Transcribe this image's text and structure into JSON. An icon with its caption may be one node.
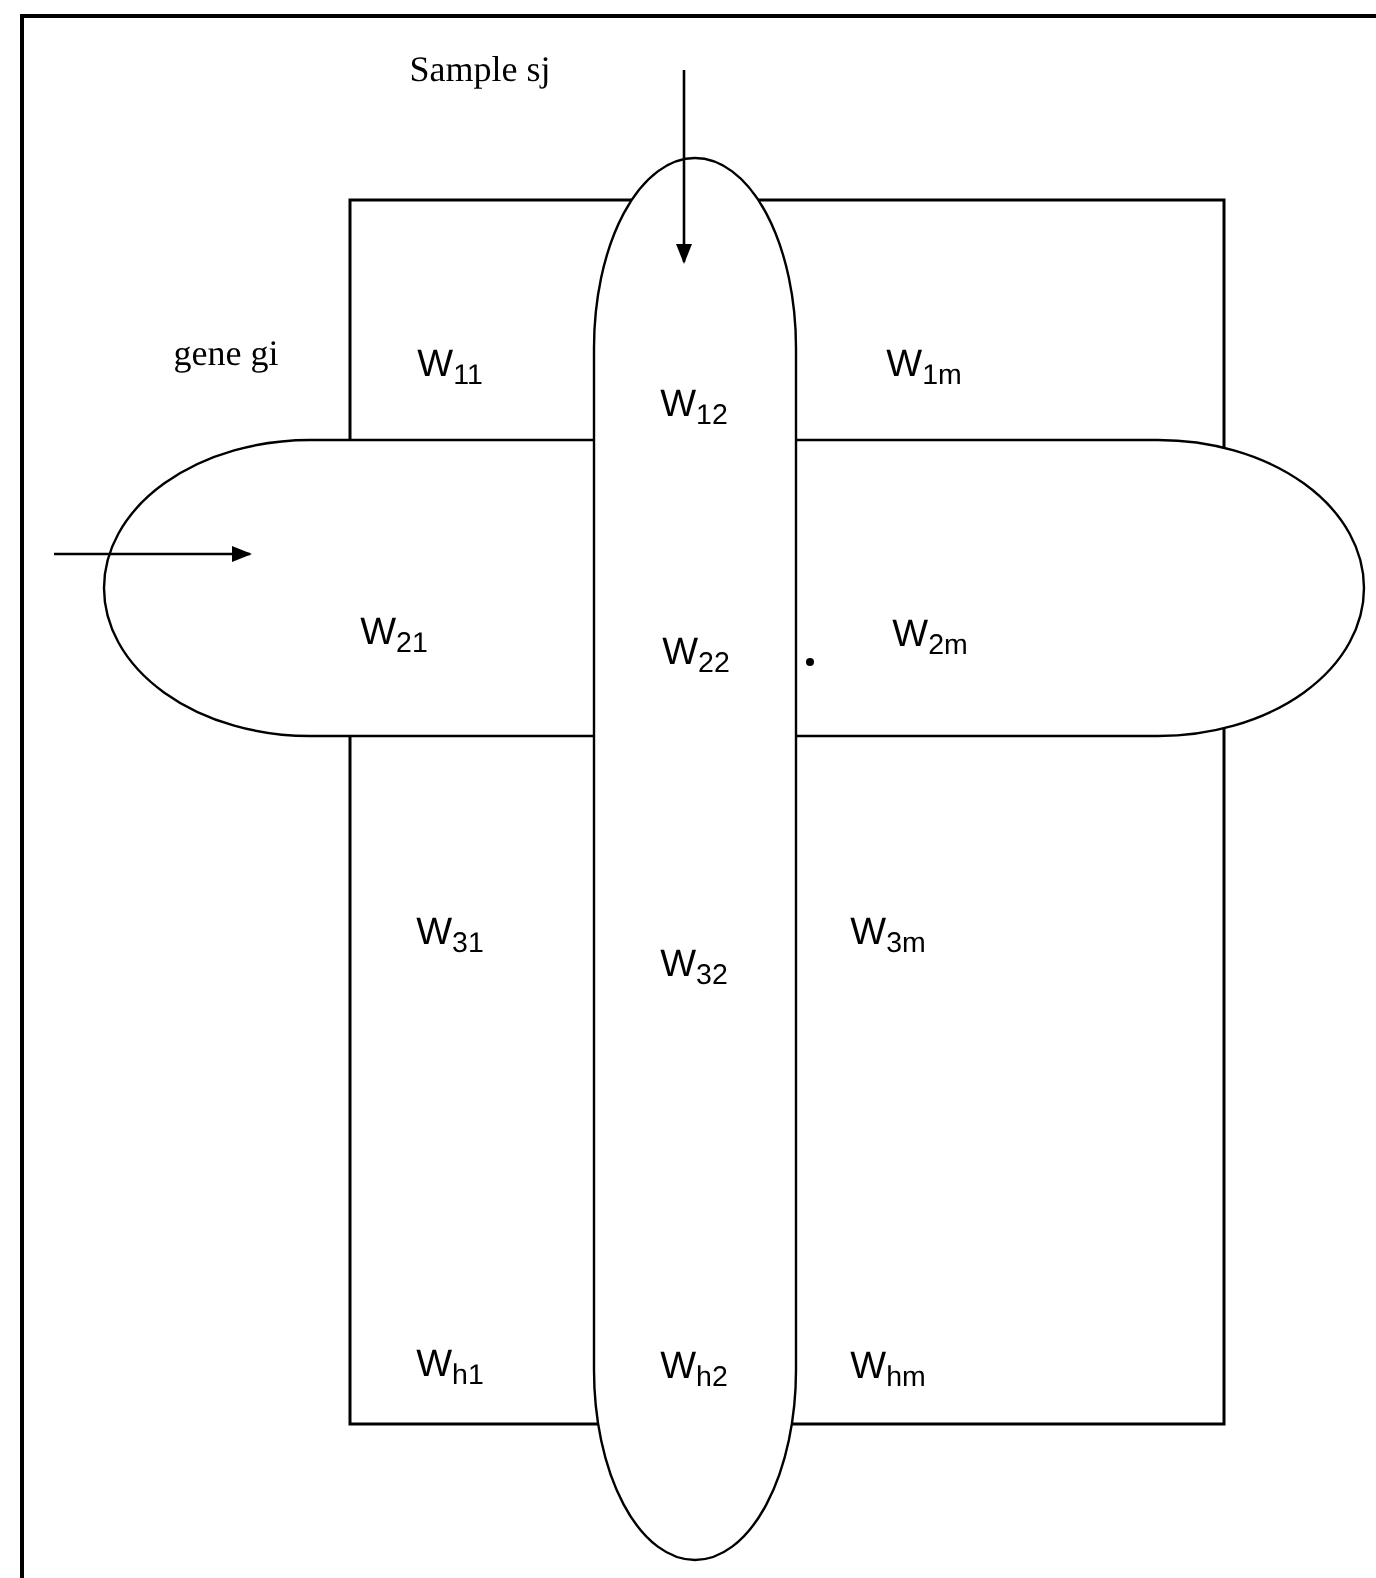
{
  "diagram": {
    "nodes": [
      {
        "text": [],
        "shape": "box"
      },
      {
        "text": [],
        "shape": "oval"
      },
      {
        "text": [],
        "shape": "oval"
      }
    ],
    "edges": [
      {
        "from": null,
        "to": 2,
        "arrow": "to"
      },
      {
        "from": null,
        "to": 1,
        "arrow": "to"
      }
    ],
    "labels": [
      "Sample sj",
      "gene gi",
      "W$_{11}$",
      "W$_{12}$",
      "W$_{1m}$",
      "W$_{21}$",
      "W$_{22}$",
      "W$_{2m}$",
      "W$_{31}$",
      "W$_{32}$",
      "W$_{3m}$",
      "W$_{h1}$",
      "W$_{h2}$",
      "W$_{hm}$"
    ]
  }
}
